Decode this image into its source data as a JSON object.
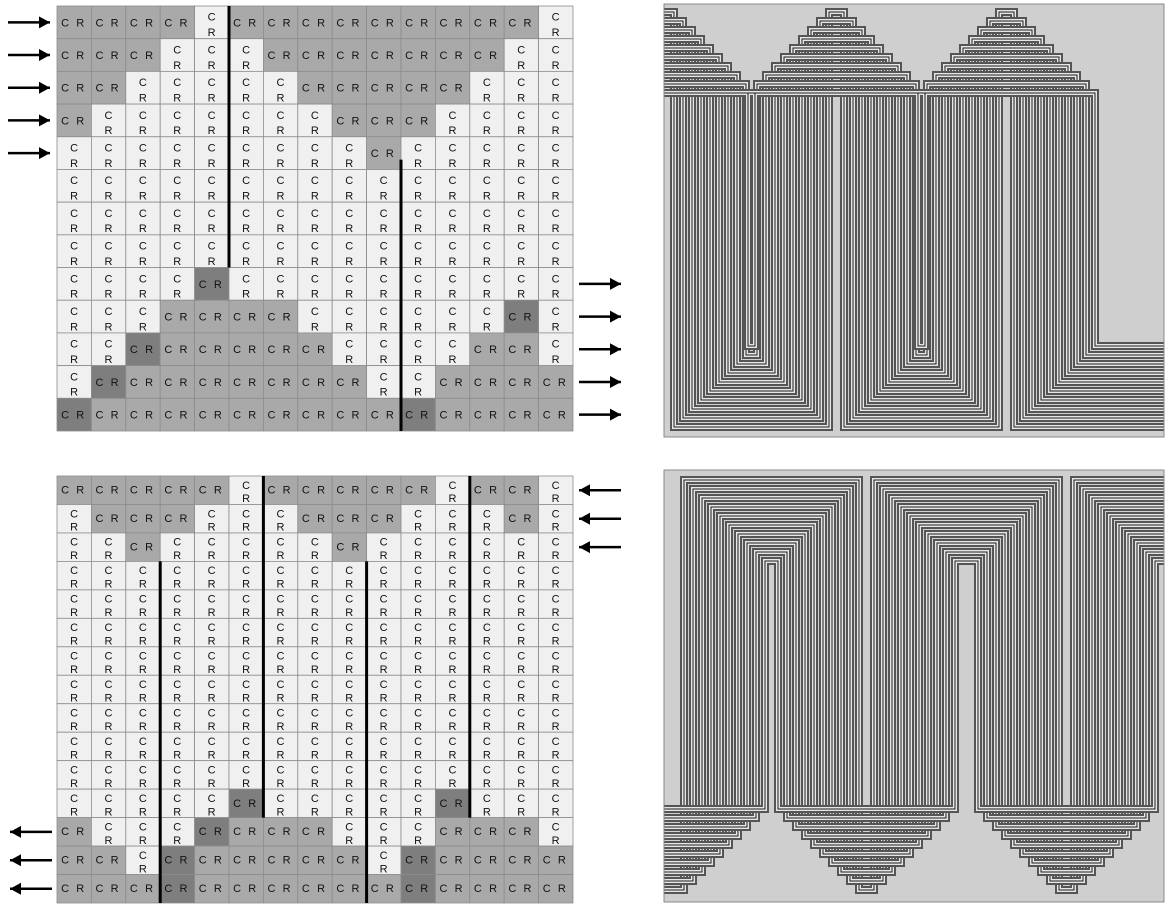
{
  "glyphs": {
    "column": "C",
    "row": "R"
  },
  "colors": {
    "background": "#ffffff",
    "cell_light": "#f0f0f0",
    "cell_medium": "#a9a9a9",
    "cell_dark": "#7e7e7e",
    "grid_line": "#8c8c8c",
    "wall": "#000000",
    "arrow": "#000000",
    "sim_bg": "#cfcfcf",
    "sim_groove": "#1e1e1e"
  },
  "panels": [
    {
      "id": "top",
      "rows": 13,
      "cols": 15,
      "arrow_side_left_rows": [
        0,
        1,
        2,
        3,
        4
      ],
      "arrow_side_right_rows": [
        8,
        9,
        10,
        11,
        12
      ],
      "arrow_left_direction": "right",
      "arrow_right_direction": "right"
    },
    {
      "id": "bottom",
      "rows": 15,
      "cols": 15,
      "arrow_side_left_rows": [
        12,
        13,
        14
      ],
      "arrow_side_right_rows": [
        0,
        1,
        2
      ],
      "arrow_left_direction": "left",
      "arrow_right_direction": "left"
    }
  ],
  "simulations": [
    {
      "id": "sim-top",
      "style": "meander",
      "passes": 5
    },
    {
      "id": "sim-bottom",
      "style": "meander",
      "passes": 5
    }
  ]
}
